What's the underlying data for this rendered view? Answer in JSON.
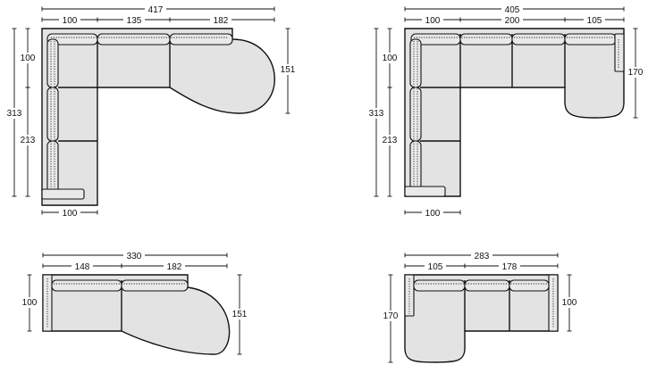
{
  "diagrams": [
    {
      "id": "corner-sofa-left-chaise-round",
      "dims": {
        "total_width": "417",
        "seg_1": "100",
        "seg_2": "135",
        "seg_3": "182",
        "depth_right": "151",
        "top_left": "100",
        "total_height": "313",
        "lower_left": "213",
        "bottom": "100"
      }
    },
    {
      "id": "corner-sofa-right-chaise-square",
      "dims": {
        "total_width": "405",
        "seg_1": "100",
        "seg_2": "200",
        "seg_3": "105",
        "depth_right": "170",
        "top_left": "100",
        "total_height": "313",
        "lower_left": "213",
        "bottom": "100"
      }
    },
    {
      "id": "sofa-round-chaise",
      "dims": {
        "total_width": "330",
        "seg_1": "148",
        "seg_2": "182",
        "depth_left": "100",
        "depth_right": "151"
      }
    },
    {
      "id": "sofa-left-chaise",
      "dims": {
        "total_width": "283",
        "seg_1": "105",
        "seg_2": "178",
        "depth_left": "170",
        "depth_right": "100"
      }
    }
  ]
}
